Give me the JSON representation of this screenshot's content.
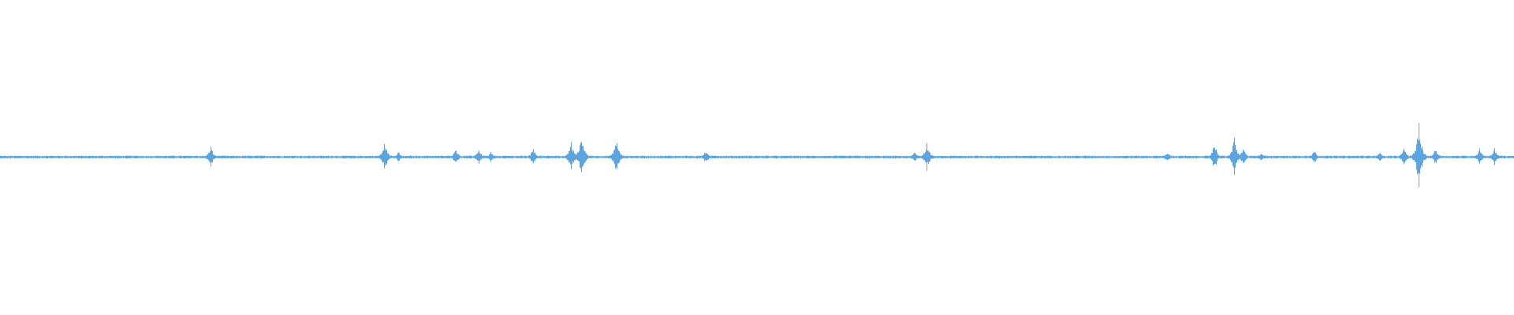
{
  "waveform": {
    "color": "#5ba4e0",
    "baseline_color": "#5ba4e0",
    "background": "#ffffff",
    "peaks": [
      {
        "t": 0.139,
        "amp": 0.06
      },
      {
        "t": 0.254,
        "amp": 0.09
      },
      {
        "t": 0.263,
        "amp": 0.03
      },
      {
        "t": 0.301,
        "amp": 0.05
      },
      {
        "t": 0.316,
        "amp": 0.05
      },
      {
        "t": 0.324,
        "amp": 0.03
      },
      {
        "t": 0.352,
        "amp": 0.05
      },
      {
        "t": 0.377,
        "amp": 0.1
      },
      {
        "t": 0.384,
        "amp": 0.13
      },
      {
        "t": 0.407,
        "amp": 0.11
      },
      {
        "t": 0.466,
        "amp": 0.04
      },
      {
        "t": 0.604,
        "amp": 0.03
      },
      {
        "t": 0.612,
        "amp": 0.08
      },
      {
        "t": 0.771,
        "amp": 0.03
      },
      {
        "t": 0.802,
        "amp": 0.08
      },
      {
        "t": 0.815,
        "amp": 0.11
      },
      {
        "t": 0.821,
        "amp": 0.05
      },
      {
        "t": 0.833,
        "amp": 0.03
      },
      {
        "t": 0.868,
        "amp": 0.04
      },
      {
        "t": 0.911,
        "amp": 0.03
      },
      {
        "t": 0.927,
        "amp": 0.06
      },
      {
        "t": 0.937,
        "amp": 0.2
      },
      {
        "t": 0.948,
        "amp": 0.05
      },
      {
        "t": 0.977,
        "amp": 0.05
      },
      {
        "t": 0.987,
        "amp": 0.05
      }
    ]
  }
}
